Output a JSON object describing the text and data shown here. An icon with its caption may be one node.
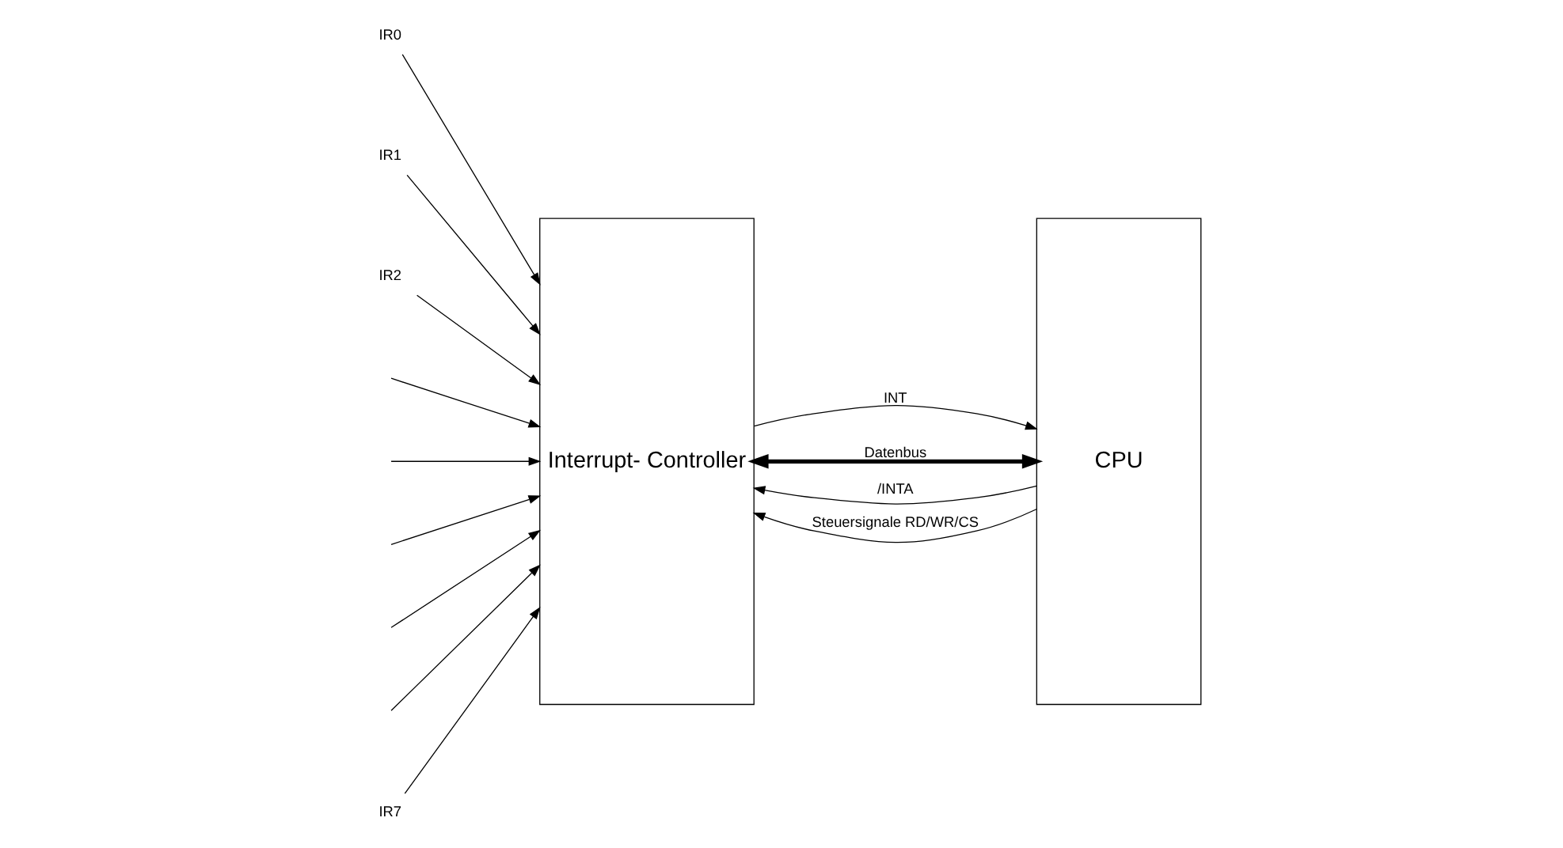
{
  "diagram": {
    "nodes": [
      {
        "text": [
          "Interrupt- Controller"
        ]
      },
      {
        "text": [
          "CPU"
        ]
      },
      {
        "text": [
          "IR0"
        ]
      },
      {
        "text": [
          "IR1"
        ]
      },
      {
        "text": [
          "IR2"
        ]
      },
      {
        "text": [
          "IR7"
        ]
      }
    ],
    "edges": [
      {
        "from": 2,
        "to": 0,
        "arrow": "to"
      },
      {
        "from": 3,
        "to": 0,
        "arrow": "to"
      },
      {
        "from": 4,
        "to": 0,
        "arrow": "to"
      },
      {
        "from": null,
        "to": 0,
        "arrow": "to"
      },
      {
        "from": null,
        "to": 0,
        "arrow": "to"
      },
      {
        "from": null,
        "to": 0,
        "arrow": "to"
      },
      {
        "from": null,
        "to": 0,
        "arrow": "to"
      },
      {
        "from": null,
        "to": 0,
        "arrow": "to"
      },
      {
        "from": 5,
        "to": 0,
        "arrow": "to"
      },
      {
        "from": 0,
        "to": 1,
        "arrow": "to",
        "label": "INT"
      },
      {
        "from": 1,
        "to": 0,
        "arrow": "to",
        "label": "/INTA"
      },
      {
        "from": 1,
        "to": 0,
        "arrow": "to",
        "label": "Steuersignale RD/WR/CS"
      },
      {
        "from": 0,
        "to": 1,
        "arrow": "both",
        "label": "Datenbus",
        "style": "thick"
      }
    ]
  }
}
